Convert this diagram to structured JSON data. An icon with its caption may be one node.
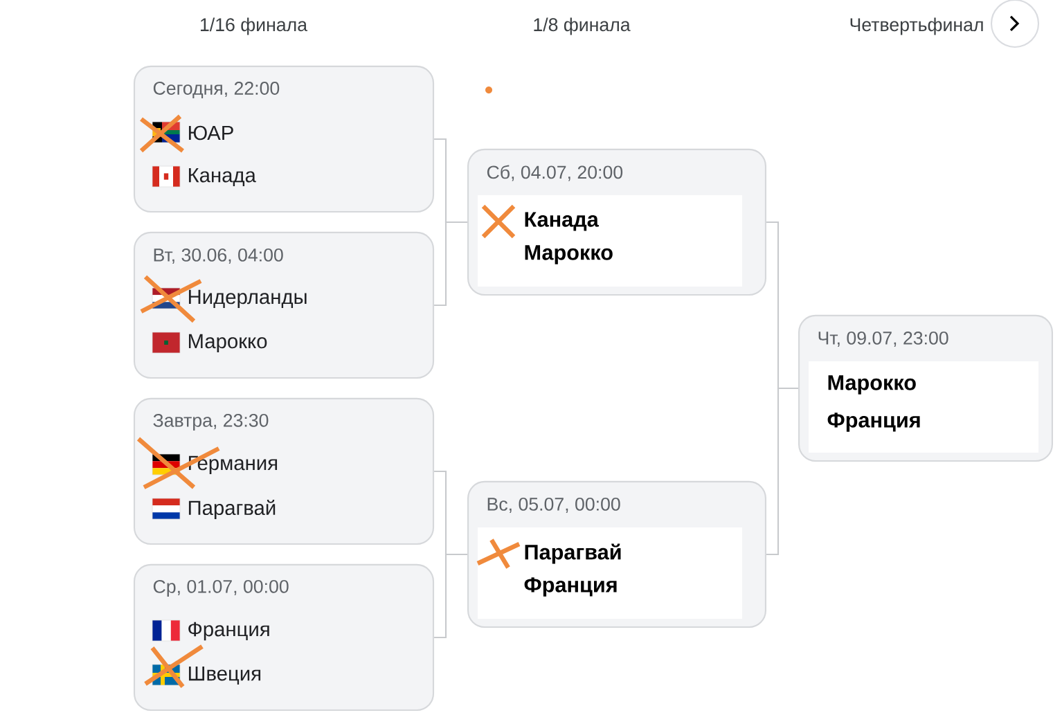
{
  "diagram": {
    "nodes": [
      {
        "text": [
          "Сегодня, 22:00",
          "ЮАР",
          "Канада"
        ]
      },
      {
        "text": [
          "Вт, 30.06, 04:00",
          "Нидерланды",
          "Марокко"
        ]
      },
      {
        "text": [
          "Завтра, 23:30",
          "Германия",
          "Парагвай"
        ]
      },
      {
        "text": [
          "Ср, 01.07, 00:00",
          "Франция",
          "Швеция"
        ]
      },
      {
        "text": [
          "Сб, 04.07, 20:00",
          "Канада",
          "Марокко"
        ]
      },
      {
        "text": [
          "Вс, 05.07, 00:00",
          "Парагвай",
          "Франция"
        ]
      },
      {
        "text": [
          "Чт, 09.07, 23:00",
          "Марокко",
          "Франция"
        ]
      }
    ],
    "edges": [
      {
        "from": 0,
        "to": 4,
        "arrow": "none"
      },
      {
        "from": 1,
        "to": 4,
        "arrow": "none"
      },
      {
        "from": 2,
        "to": 5,
        "arrow": "none"
      },
      {
        "from": 3,
        "to": 5,
        "arrow": "none"
      },
      {
        "from": 4,
        "to": 6,
        "arrow": "none"
      },
      {
        "from": 5,
        "to": 6,
        "arrow": "none"
      }
    ],
    "labels": [
      "1/16 финала",
      "1/8 финала",
      "Четвертьфинал"
    ]
  }
}
